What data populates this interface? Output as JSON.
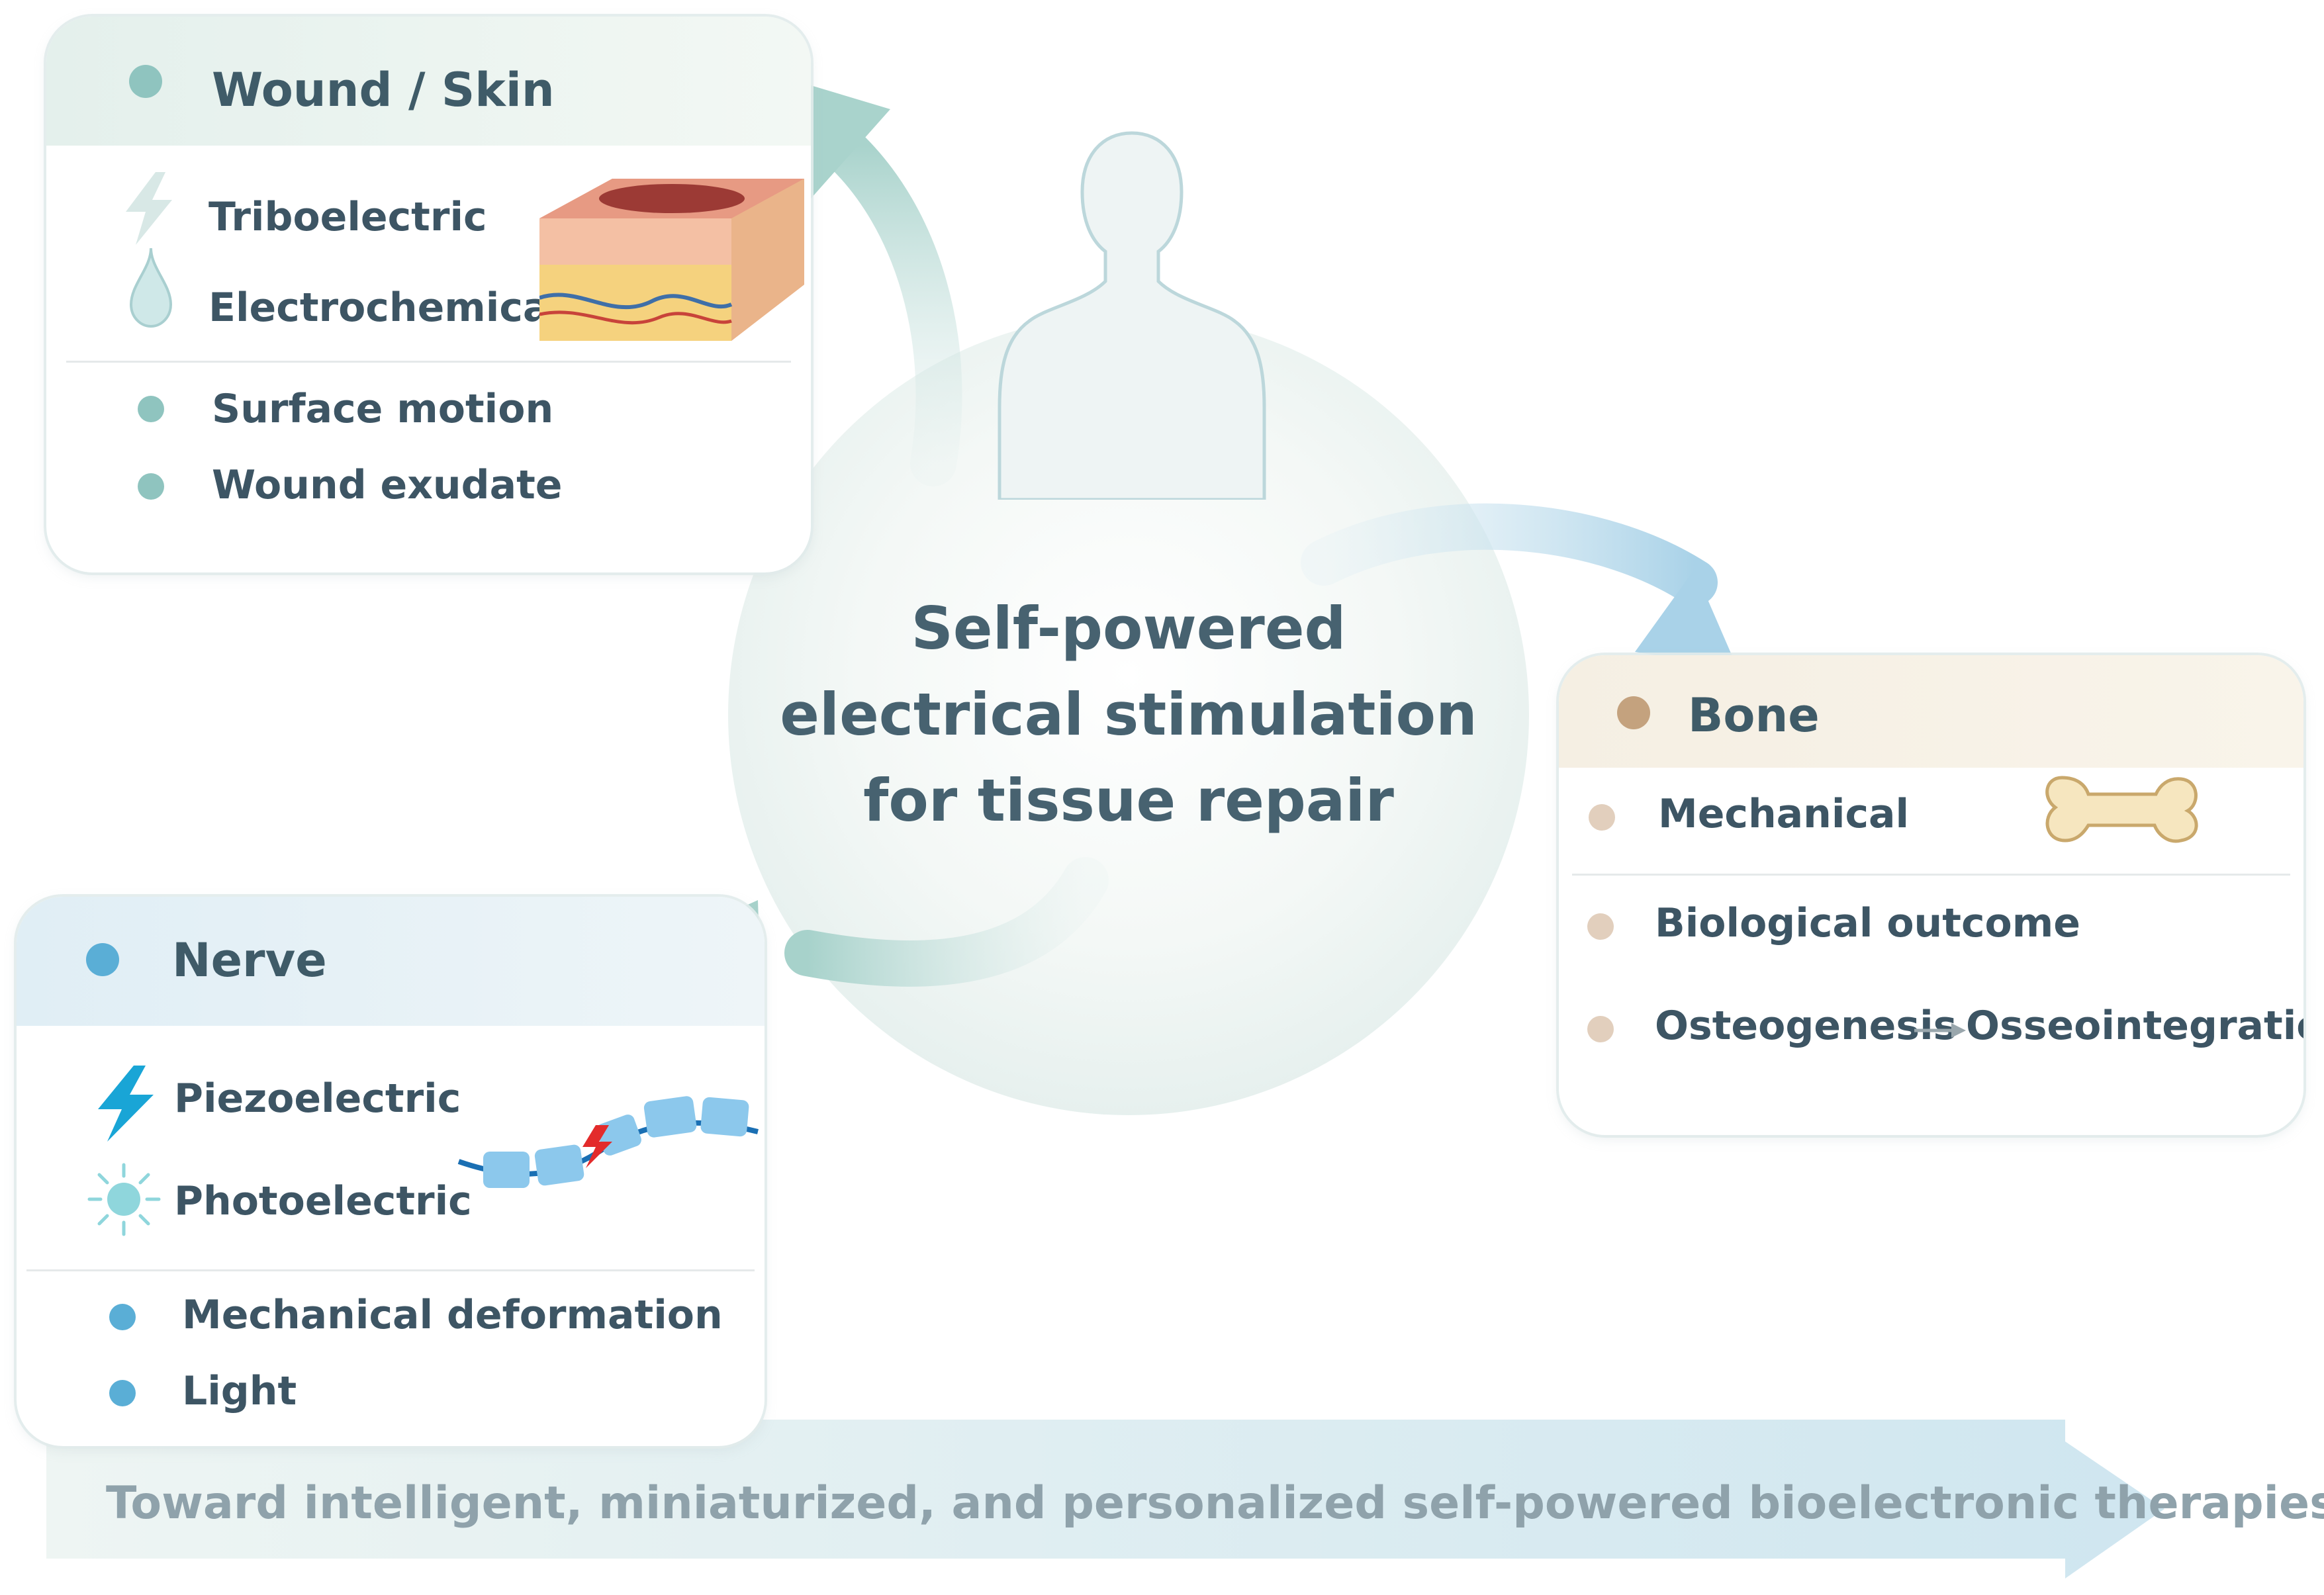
{
  "center": {
    "line1": "Self-powered",
    "line2": "electrical stimulation",
    "line3": "for tissue repair"
  },
  "wound": {
    "title": "Wound / Skin",
    "sources": [
      "Triboelectric",
      "Electrochemical"
    ],
    "triggers": [
      "Surface motion",
      "Wound exudate"
    ],
    "accent": "#8fc4bf"
  },
  "bone": {
    "title": "Bone",
    "items": [
      "Mechanical",
      "Biological outcome"
    ],
    "outcome_from": "Osteogenesis",
    "outcome_to": "Osseointegration",
    "accent": "#c4a27e"
  },
  "nerve": {
    "title": "Nerve",
    "sources": [
      "Piezoelectric",
      "Photoelectric"
    ],
    "triggers": [
      "Mechanical deformation",
      "Light"
    ],
    "accent": "#5aaed6"
  },
  "footer": {
    "text": "Toward intelligent,  miniaturized,  and personalized self-powered bioelectronic therapies"
  },
  "icons": [
    "lightning-icon",
    "droplet-icon",
    "piezo-lightning-icon",
    "sun-icon",
    "skin-tissue-icon",
    "bone-icon",
    "nerve-fiber-icon",
    "human-silhouette-icon"
  ]
}
